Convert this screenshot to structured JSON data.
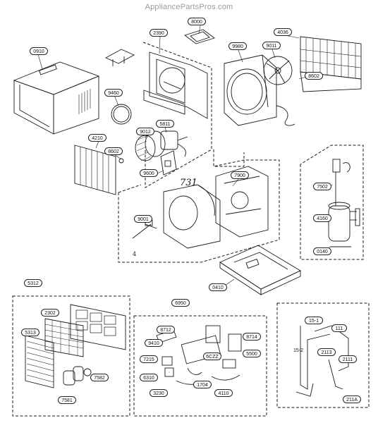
{
  "watermark": "AppliancePartsPros.com",
  "assembly_label": "731",
  "asterisk": "4",
  "callouts": {
    "p0910": "0910",
    "p2390": "2390",
    "p8000": "8000",
    "p9980": "9980",
    "p4036": "4036",
    "p9011": "9011",
    "p8602a": "8602",
    "p9460": "9460",
    "p5811": "5811",
    "p9012": "9012",
    "p4210": "4210",
    "p8602b": "8602",
    "p9600": "9600",
    "p7900": "7900",
    "p7502": "7502",
    "p4160": "4160",
    "p0140": "0140",
    "p9001": "9001",
    "p0410": "0410",
    "p5312": "5312",
    "p2302": "2302",
    "p5313": "5313",
    "p7582": "7582",
    "p7581": "7581",
    "p6950": "6950",
    "p8712": "8712",
    "p8714": "8714",
    "p9410": "9410",
    "p6CZZ": "6CZZ",
    "p5500": "5500",
    "p7215": "7215",
    "p6310": "6310",
    "p1704": "1704",
    "p3230": "3230",
    "p4110": "4110",
    "p15_1": "15-1",
    "p111": "111",
    "p15_2": "15-2",
    "p2113": "2113",
    "p2111": "2111",
    "p211A": "211A"
  }
}
